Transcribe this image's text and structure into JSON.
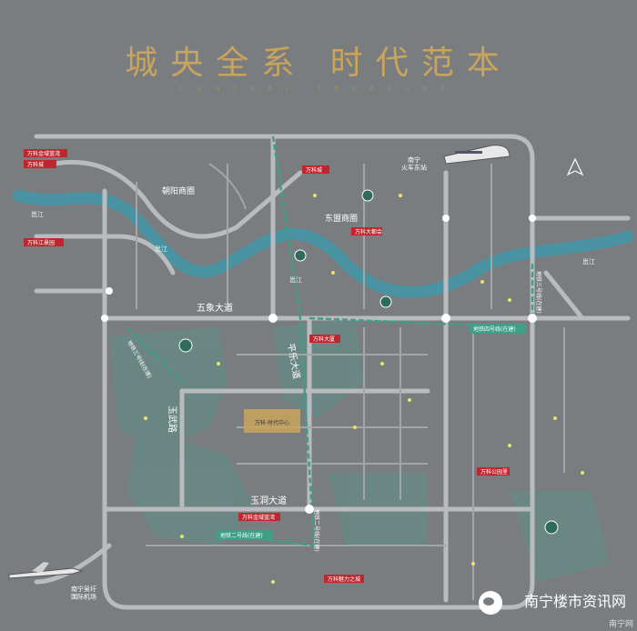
{
  "header": {
    "title": "城央全系  时代范本",
    "subtitle": "CENTRAL TREASURE"
  },
  "colors": {
    "background": "#7a7d80",
    "road": "#b9bcbf",
    "river": "#4a93a3",
    "green_zone": "#5e8f87",
    "gold": "#c9a45c",
    "marker_red": "#c0262d",
    "metro": "#3f9f88"
  },
  "districts": {
    "chaoyang": "朝阳商圈",
    "dongmeng": "东盟商圈"
  },
  "roads": {
    "wuxiang": "五象大道",
    "pingle": "平乐大道",
    "yuwu": "玉武路",
    "yudong": "玉洞大道"
  },
  "rivers": {
    "yong_west": "邕江",
    "yong_mid": "邕江",
    "yong_east": "邕江",
    "yong_far": "邕江"
  },
  "metro": {
    "line2_a": "地铁二号线(在建)",
    "line2_b": "地铁二号线(在建)",
    "line3": "地铁三号线(在建)",
    "line4": "地铁四号线(在建)",
    "east_line": "地铁三号线(在建)"
  },
  "transport": {
    "east_station": "南宁\n火车东站",
    "airport": "南宁吴圩\n国际机场"
  },
  "brand_markers": [
    "万科金域蓝湾",
    "万科城",
    "万科江景园",
    "万科城",
    "万科大厦",
    "万科大都会",
    "万科金域蓝湾",
    "万科魅力之城",
    "万科公园里"
  ],
  "center_project": "万科·时代中心",
  "watermark": "南宁楼市资讯网",
  "corner_tag": "南宁网"
}
